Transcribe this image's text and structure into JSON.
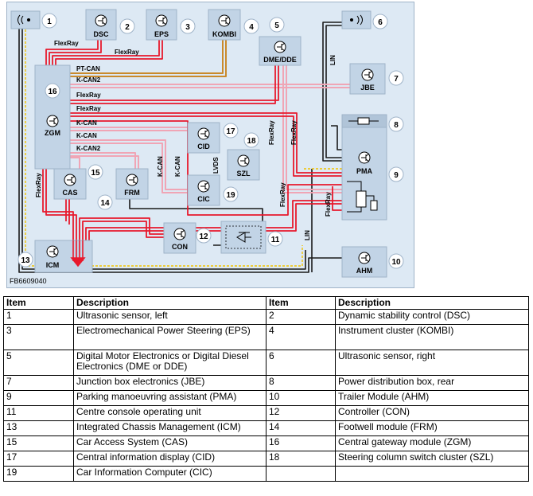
{
  "figure_code": "FB6609040",
  "modules": {
    "dsc": "DSC",
    "eps": "EPS",
    "kombi": "KOMBI",
    "dme": "DME/DDE",
    "jbe": "JBE",
    "zgm": "ZGM",
    "cid": "CID",
    "szl": "SZL",
    "cas": "CAS",
    "frm": "FRM",
    "cic": "CIC",
    "pma": "PMA",
    "con": "CON",
    "icm": "ICM",
    "ahm": "AHM"
  },
  "buses": {
    "flexray": "FlexRay",
    "pt_can": "PT-CAN",
    "k_can2": "K-CAN2",
    "k_can": "K-CAN",
    "lin": "LIN",
    "lvds": "LVDS"
  },
  "callouts": [
    "1",
    "2",
    "3",
    "4",
    "5",
    "6",
    "7",
    "8",
    "9",
    "10",
    "11",
    "12",
    "13",
    "14",
    "15",
    "16",
    "17",
    "18",
    "19"
  ],
  "legend": {
    "headers": [
      "Item",
      "Description",
      "Item",
      "Description"
    ],
    "rows": [
      [
        "1",
        "Ultrasonic sensor, left",
        "2",
        "Dynamic stability control (DSC)"
      ],
      [
        "3",
        "Electromechanical Power Steering (EPS)",
        "4",
        "Instrument cluster (KOMBI)"
      ],
      [
        "5",
        "Digital Motor Electronics or Digital Diesel Electronics (DME or DDE)",
        "6",
        "Ultrasonic sensor, right"
      ],
      [
        "7",
        "Junction box electronics (JBE)",
        "8",
        "Power distribution box, rear"
      ],
      [
        "9",
        "Parking manoeuvring assistant (PMA)",
        "10",
        "Trailer Module (AHM)"
      ],
      [
        "11",
        "Centre console operating unit",
        "12",
        "Controller (CON)"
      ],
      [
        "13",
        "Integrated Chassis Management (ICM)",
        "14",
        "Footwell module (FRM)"
      ],
      [
        "15",
        "Car Access System (CAS)",
        "16",
        "Central gateway module (ZGM)"
      ],
      [
        "17",
        "Central information display (CID)",
        "18",
        "Steering column switch cluster (SZL)"
      ],
      [
        "19",
        "Car Information Computer (CIC)",
        "",
        ""
      ]
    ]
  },
  "colors": {
    "background": "#dde9f4",
    "module_box": "#c2d4e6",
    "flexray_line": "#e8192c",
    "can_line": "#f0a5b5",
    "pt_can_line": "#c98a2c",
    "lin_line": "#1a1a1a",
    "aux_line": "#f2c200"
  }
}
